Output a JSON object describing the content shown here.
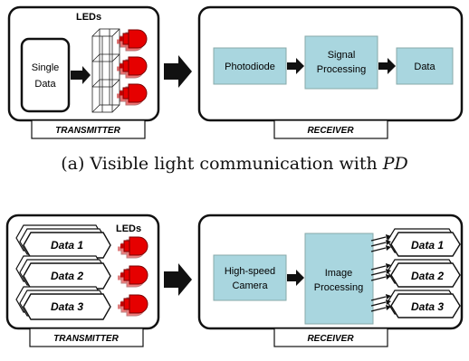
{
  "figure_a": {
    "transmitter": {
      "label": "TRANSMITTER",
      "leds_label": "LEDs",
      "source_line1": "Single",
      "source_line2": "Data"
    },
    "receiver": {
      "label": "RECEIVER",
      "photodiode": "Photodiode",
      "signal_line1": "Signal",
      "signal_line2": "Processing",
      "data": "Data"
    },
    "caption_prefix": "(a) Visible light communication with",
    "caption_var": "PD"
  },
  "figure_b": {
    "transmitter": {
      "label": "TRANSMITTER",
      "leds_label": "LEDs",
      "streams": [
        "Data 1",
        "Data 2",
        "Data 3"
      ]
    },
    "receiver": {
      "label": "RECEIVER",
      "camera_line1": "High-speed",
      "camera_line2": "Camera",
      "image_line1": "Image",
      "image_line2": "Processing",
      "outputs": [
        "Data 1",
        "Data 2",
        "Data 3"
      ]
    }
  },
  "colors": {
    "led_red": "#e60000",
    "led_dark": "#8a0000",
    "block_fill": "#a9d6df",
    "outline": "#111111"
  }
}
